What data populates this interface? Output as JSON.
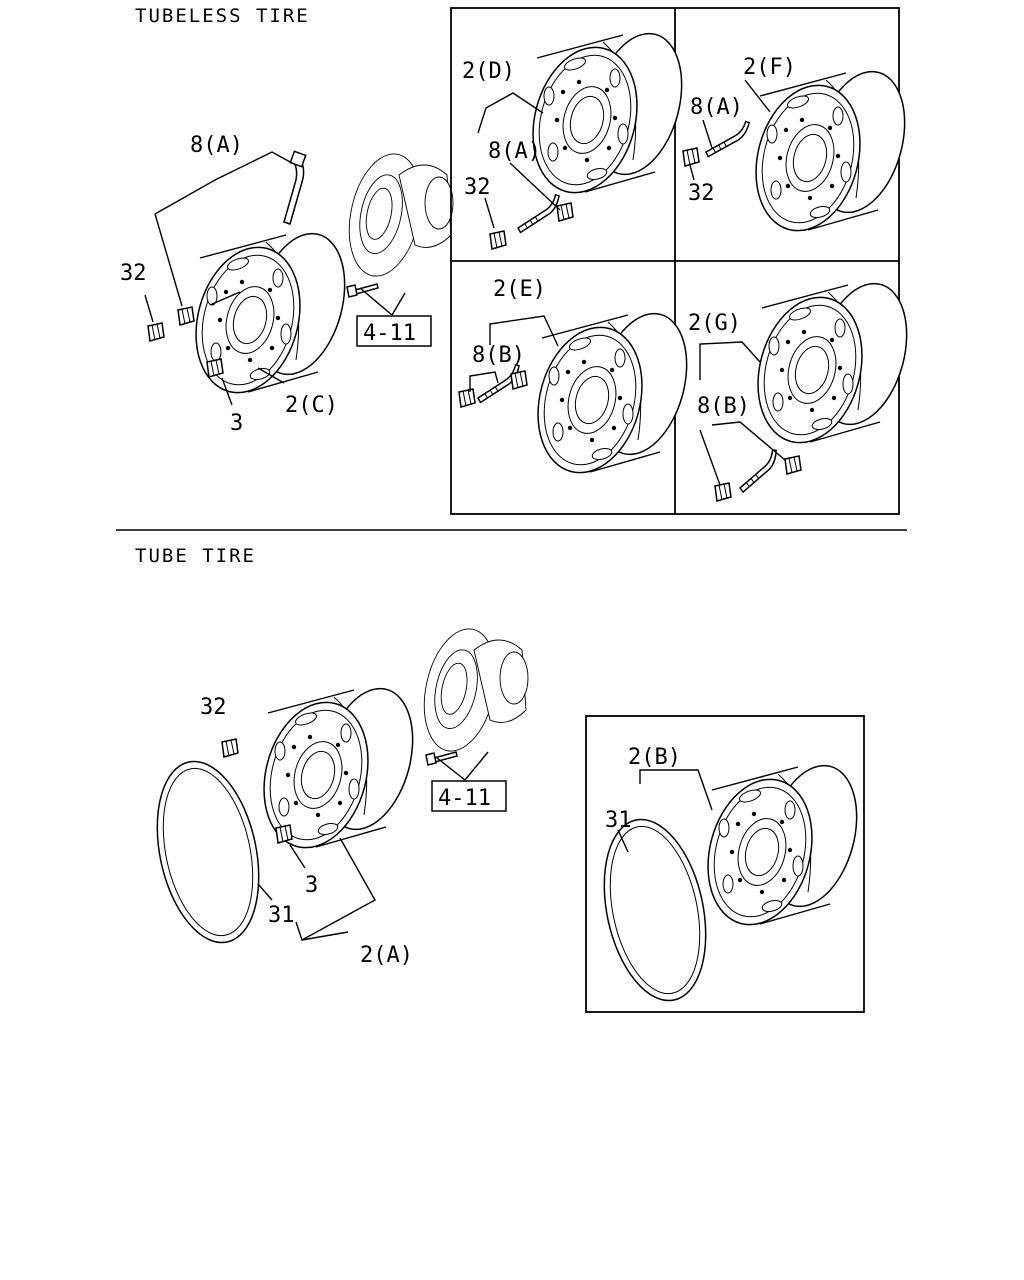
{
  "sections": {
    "tubeless": {
      "title": "TUBELESS TIRE"
    },
    "tube": {
      "title": "TUBE TIRE"
    }
  },
  "labels": {
    "main_valve": "8(A)",
    "main_cap": "32",
    "main_nut": "3",
    "main_wheel": "2(C)",
    "main_ref": "4-11",
    "d_wheel": "2(D)",
    "d_valve": "8(A)",
    "d_cap": "32",
    "f_wheel": "2(F)",
    "f_valve": "8(A)",
    "f_cap": "32",
    "e_wheel": "2(E)",
    "e_valve": "8(B)",
    "g_wheel": "2(G)",
    "g_valve": "8(B)",
    "tube_cap": "32",
    "tube_nut": "3",
    "tube_flap": "31",
    "tube_wheel": "2(A)",
    "tube_ref": "4-11",
    "b_wheel": "2(B)",
    "b_flap": "31"
  }
}
